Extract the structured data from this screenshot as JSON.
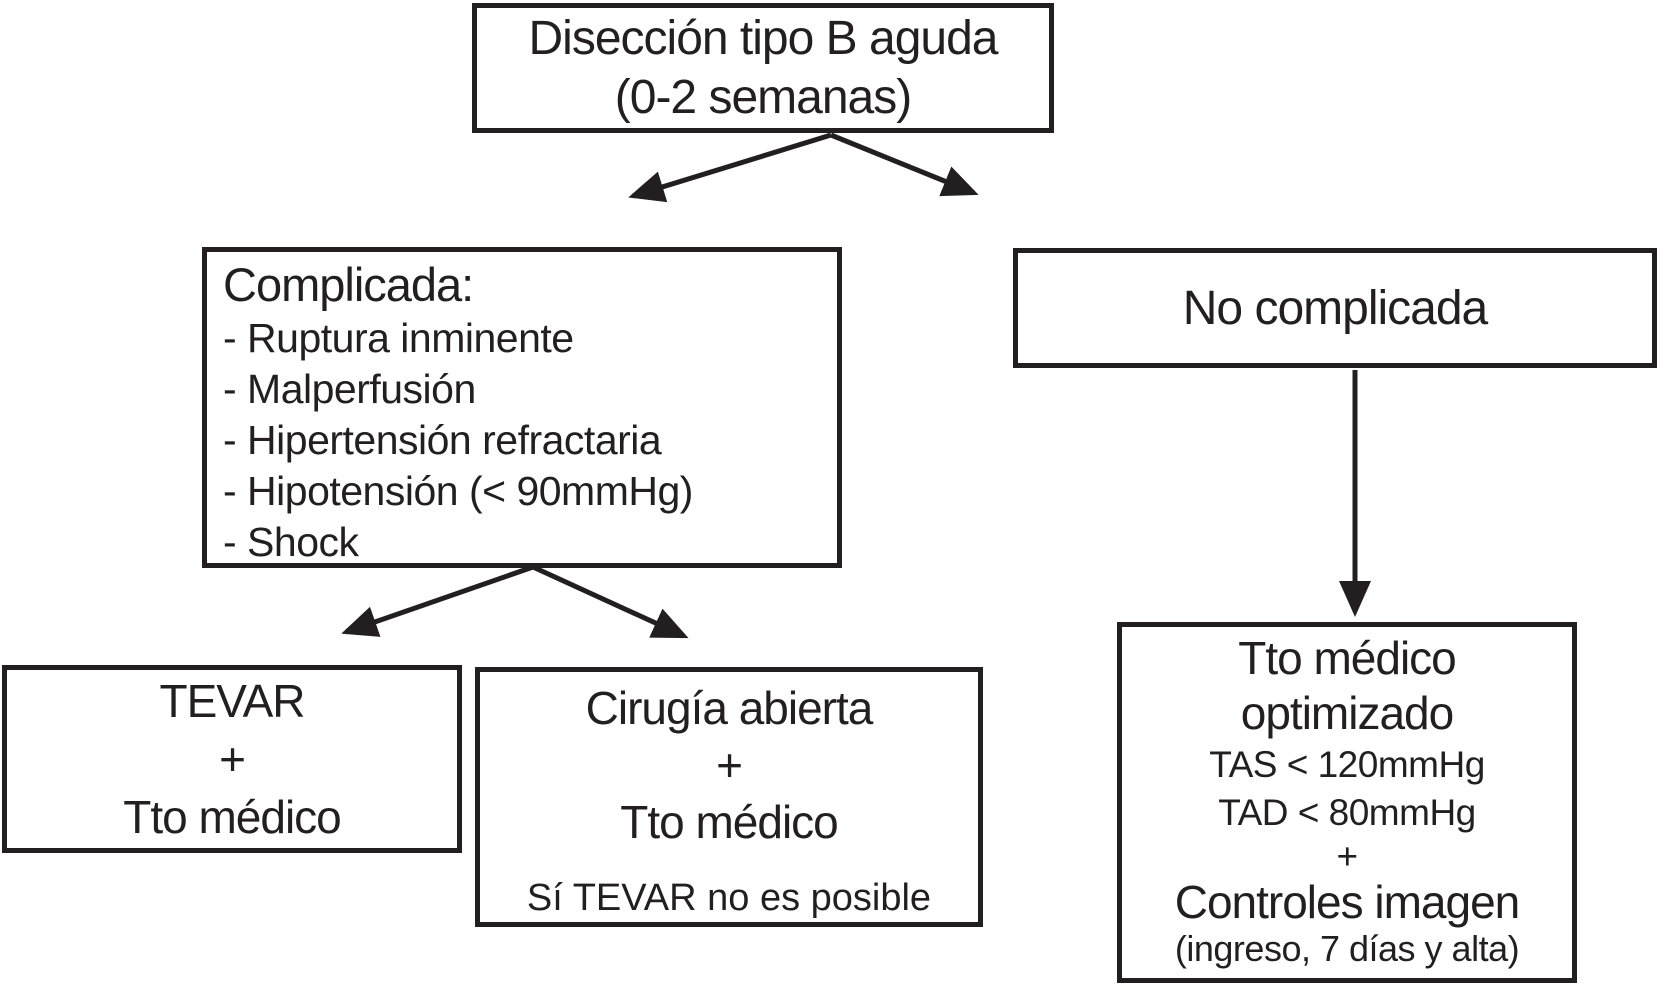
{
  "diagram": {
    "root": {
      "line1": "Disección tipo B aguda",
      "line2": "(0-2 semanas)"
    },
    "complicated": {
      "title": "Complicada:",
      "items": [
        "- Ruptura inminente",
        "- Malperfusión",
        "- Hipertensión refractaria",
        "- Hipotensión (< 90mmHg)",
        "- Shock"
      ]
    },
    "uncomplicated": {
      "label": "No complicada"
    },
    "tevar": {
      "line1": "TEVAR",
      "line2": "+",
      "line3": "Tto médico"
    },
    "open_surgery": {
      "line1": "Cirugía abierta",
      "line2": "+",
      "line3": "Tto médico",
      "note": "Sí TEVAR no es posible"
    },
    "optimized_medical": {
      "line1": "Tto médico",
      "line2": "optimizado",
      "tas": "TAS < 120mmHg",
      "tad": "TAD < 80mmHg",
      "plus": "+",
      "controls": "Controles imagen",
      "controls_note": "(ingreso, 7 días y alta)"
    },
    "edges": [
      {
        "from": "diseccion-tipo-b-aguda",
        "to": "complicada"
      },
      {
        "from": "diseccion-tipo-b-aguda",
        "to": "no-complicada"
      },
      {
        "from": "complicada",
        "to": "tevar"
      },
      {
        "from": "complicada",
        "to": "cirugia-abierta"
      },
      {
        "from": "no-complicada",
        "to": "tto-medico-optimizado"
      }
    ]
  },
  "colors": {
    "ink": "#231f20",
    "background": "#ffffff"
  }
}
